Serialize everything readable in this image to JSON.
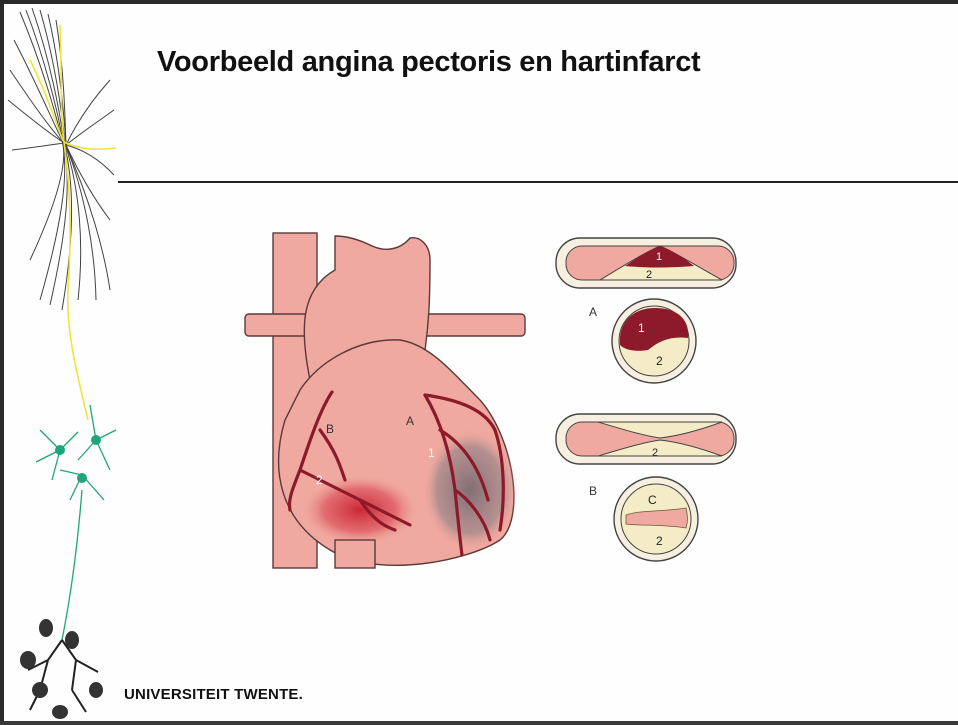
{
  "slide": {
    "title": "Voorbeeld angina pectoris en hartinfarct",
    "footer_logo": "UNIVERSITEIT TWENTE."
  },
  "figure": {
    "heart_labels": {
      "a": "A",
      "b": "B",
      "one": "1",
      "two": "2"
    },
    "panel_a": {
      "letter": "A",
      "label_1": "1",
      "label_2": "2"
    },
    "panel_b": {
      "letter": "B",
      "label_2": "2",
      "label_c": "C"
    }
  },
  "colors": {
    "heart_pink": "#f0a9a0",
    "artery_red": "#8c1a2b",
    "infarct_red": "#c8202e",
    "ischemia_gray": "#8a7a80",
    "plaque_cream": "#f3ecc6",
    "neuron_green": "#1fa57c",
    "neuron_yellow": "#f5e640"
  }
}
